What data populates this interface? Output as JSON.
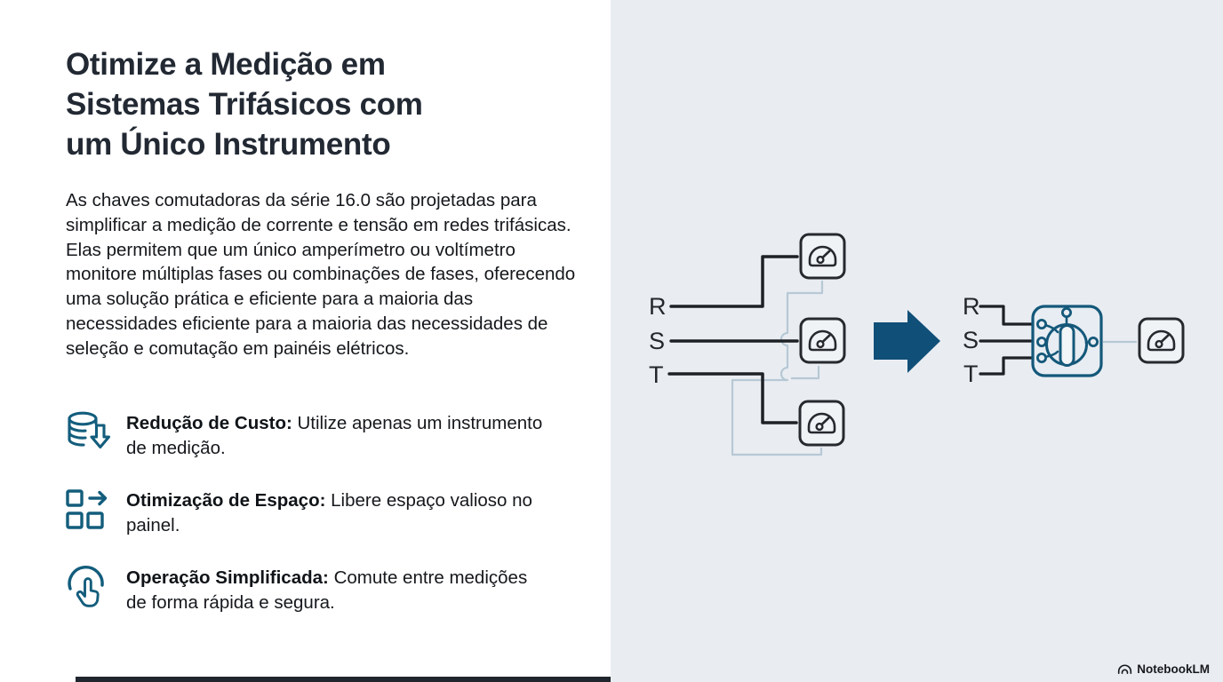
{
  "slide": {
    "title_lines": [
      "Otimize a Medição em",
      "Sistemas Trifásicos com",
      "um Único Instrumento"
    ],
    "paragraph": "As chaves comutadoras da série 16.0 são projetadas para simplificar a medição de corrente e tensão em redes trifásicas. Elas permitem que um único amperímetro ou voltímetro monitore múltiplas fases ou combinações de fases, oferecendo uma solução prática e eficiente para a maioria das necessidades eficiente para a maioria das necessidades de seleção e comutação em painéis elétricos.",
    "bullets": [
      {
        "icon": "coins-cost-reduction-icon",
        "label": "Redução de Custo:",
        "text": "Utilize apenas um instrumento de medição."
      },
      {
        "icon": "squares-space-optimization-icon",
        "label": "Otimização de Espaço:",
        "text": "Libere espaço valioso no painel."
      },
      {
        "icon": "tap-hand-icon",
        "label": "Operação Simplificada:",
        "text": "Comute entre medições de forma rápida e segura."
      }
    ]
  },
  "diagram": {
    "before": {
      "phase_labels": [
        "R",
        "S",
        "T"
      ],
      "meters": 3
    },
    "after": {
      "phase_labels": [
        "R",
        "S",
        "T"
      ],
      "meters": 1
    }
  },
  "watermark": {
    "label": "NotebookLM"
  },
  "colors": {
    "accent_teal": "#135d7c",
    "arrow_blue": "#104f78",
    "right_panel_bg": "#e9edf2",
    "wire_dark": "#1d2126",
    "wire_light": "#b7c8d5",
    "meter_stroke": "#26292e",
    "switch_stroke": "#14587a",
    "title_text": "#222933",
    "body_text": "#15181c"
  }
}
